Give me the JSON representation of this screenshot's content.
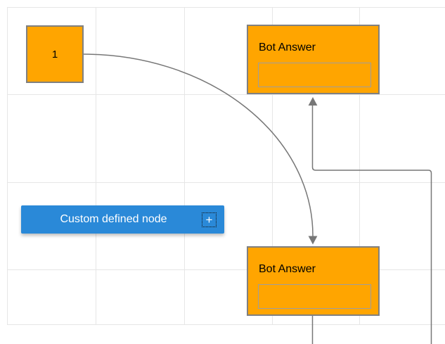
{
  "diagram": {
    "nodes": {
      "start": {
        "label": "1",
        "shape": "square"
      },
      "bot_answer_top": {
        "title": "Bot Answer",
        "textbox_value": ""
      },
      "bot_answer_bottom": {
        "title": "Bot Answer",
        "textbox_value": ""
      }
    },
    "palette": {
      "label": "Custom defined node",
      "plus_icon": "+"
    },
    "connectors": [
      {
        "from": "start",
        "to": "bot_answer_bottom",
        "style": "curved",
        "arrow": "into top of bottom Bot Answer"
      },
      {
        "from": "bot_answer_bottom",
        "to": "bot_answer_top",
        "style": "orthogonal",
        "arrow": "into bottom of top Bot Answer"
      }
    ],
    "colors": {
      "node_fill": "#FFA500",
      "node_border": "#808080",
      "palette_fill": "#2A89D8",
      "palette_text": "#FFFFFF",
      "connector": "#777777",
      "grid_line": "#E6E6E6",
      "label_text": "#000000"
    }
  }
}
